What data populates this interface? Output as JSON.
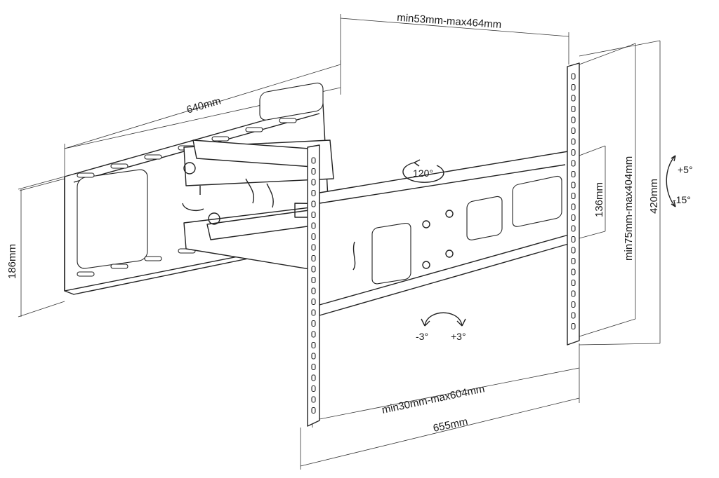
{
  "dimensions": {
    "wall_width": "640mm",
    "wall_height": "186mm",
    "extension": "min53mm-max464mm",
    "vertical_range": "min75mm-max404mm",
    "total_height": "420mm",
    "arm_height": "136mm",
    "horizontal_range": "min30mm-max604mm",
    "total_width": "655mm"
  },
  "angles": {
    "swivel": "120°",
    "tilt_up": "+5°",
    "tilt_down": "-15°",
    "rotate_left": "-3°",
    "rotate_right": "+3°"
  }
}
